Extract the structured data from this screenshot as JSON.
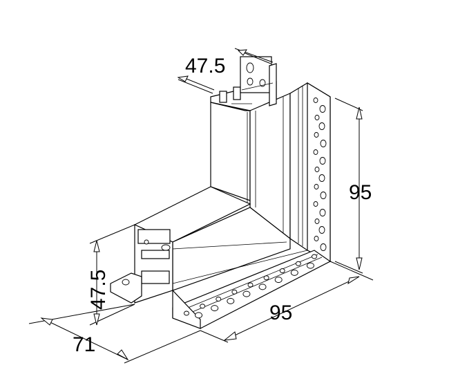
{
  "dimensions": {
    "top_width": "47.5",
    "right_height": "95",
    "bottom_length": "95",
    "left_height": "47.5",
    "left_depth": "71"
  }
}
